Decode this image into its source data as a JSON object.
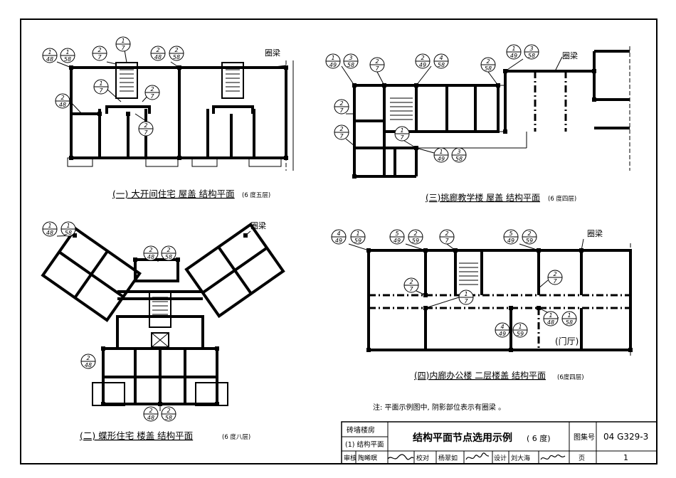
{
  "plans": {
    "p1": {
      "caption": "(一) 大开间住宅 屋盖 结构平面",
      "note": "(6 度五层)",
      "ring_beam": "圈梁",
      "tags": [
        {
          "top": "1",
          "bot": "48"
        },
        {
          "top": "1",
          "bot": "58"
        },
        {
          "top": "2",
          "bot": "7"
        },
        {
          "top": "1",
          "bot": "7"
        },
        {
          "top": "2",
          "bot": "48"
        },
        {
          "top": "2",
          "bot": "58"
        },
        {
          "top": "2",
          "bot": "48"
        },
        {
          "top": "1",
          "bot": "7"
        },
        {
          "top": "2",
          "bot": "7"
        },
        {
          "top": "2",
          "bot": "7"
        }
      ]
    },
    "p2": {
      "caption": "(二) 蝶形住宅 楼盖 结构平面",
      "note": "(6 度八层)",
      "ring_beam": "圈梁",
      "tags": [
        {
          "top": "1",
          "bot": "48"
        },
        {
          "top": "1",
          "bot": "58"
        },
        {
          "top": "2",
          "bot": "48"
        },
        {
          "top": "2",
          "bot": "58"
        },
        {
          "top": "2",
          "bot": "48"
        },
        {
          "top": "2",
          "bot": "48"
        },
        {
          "top": "2",
          "bot": "58"
        }
      ]
    },
    "p3": {
      "caption": "(三)挑廊教学楼 屋盖 结构平面",
      "note": "(6 度四层)",
      "ring_beam": "圈梁",
      "tags": [
        {
          "top": "1",
          "bot": "49"
        },
        {
          "top": "3",
          "bot": "58"
        },
        {
          "top": "2",
          "bot": "7"
        },
        {
          "top": "2",
          "bot": "49"
        },
        {
          "top": "4",
          "bot": "58"
        },
        {
          "top": "2",
          "bot": "58"
        },
        {
          "top": "1",
          "bot": "49"
        },
        {
          "top": "3",
          "bot": "58"
        },
        {
          "top": "2",
          "bot": "7"
        },
        {
          "top": "2",
          "bot": "7"
        },
        {
          "top": "1",
          "bot": "7"
        },
        {
          "top": "1",
          "bot": "49"
        },
        {
          "top": "3",
          "bot": "58"
        }
      ]
    },
    "p4": {
      "caption": "(四)内廊办公楼 二层楼盖 结构平面",
      "note": "(6度四层)",
      "ring_beam": "圈梁",
      "hall": "(门厅)",
      "tags": [
        {
          "top": "4",
          "bot": "49"
        },
        {
          "top": "1",
          "bot": "59"
        },
        {
          "top": "5",
          "bot": "49"
        },
        {
          "top": "2",
          "bot": "59"
        },
        {
          "top": "2",
          "bot": "7"
        },
        {
          "top": "5",
          "bot": "49"
        },
        {
          "top": "2",
          "bot": "59"
        },
        {
          "top": "2",
          "bot": "7"
        },
        {
          "top": "2",
          "bot": "7"
        },
        {
          "top": "1",
          "bot": "7"
        },
        {
          "top": "4",
          "bot": "49"
        },
        {
          "top": "1",
          "bot": "59"
        },
        {
          "top": "1",
          "bot": "48"
        },
        {
          "top": "1",
          "bot": "58"
        }
      ]
    }
  },
  "footnote": "注: 平面示例图中, 阴影部位表示有圈梁 。",
  "title_block": {
    "category_top": "砖墙楼房",
    "category_bottom": "(1) 结构平面",
    "title_main": "结构平面节点选用示例",
    "title_sub": "( 6 度)",
    "atlas_label": "图集号",
    "atlas_no": "04 G329-3",
    "review_label": "审核",
    "review_name": "陶晞暝",
    "check_label": "校对",
    "check_name": "杨翠如",
    "design_label": "设计",
    "design_name": "刘大海",
    "page_label": "页",
    "page_no": "1"
  }
}
